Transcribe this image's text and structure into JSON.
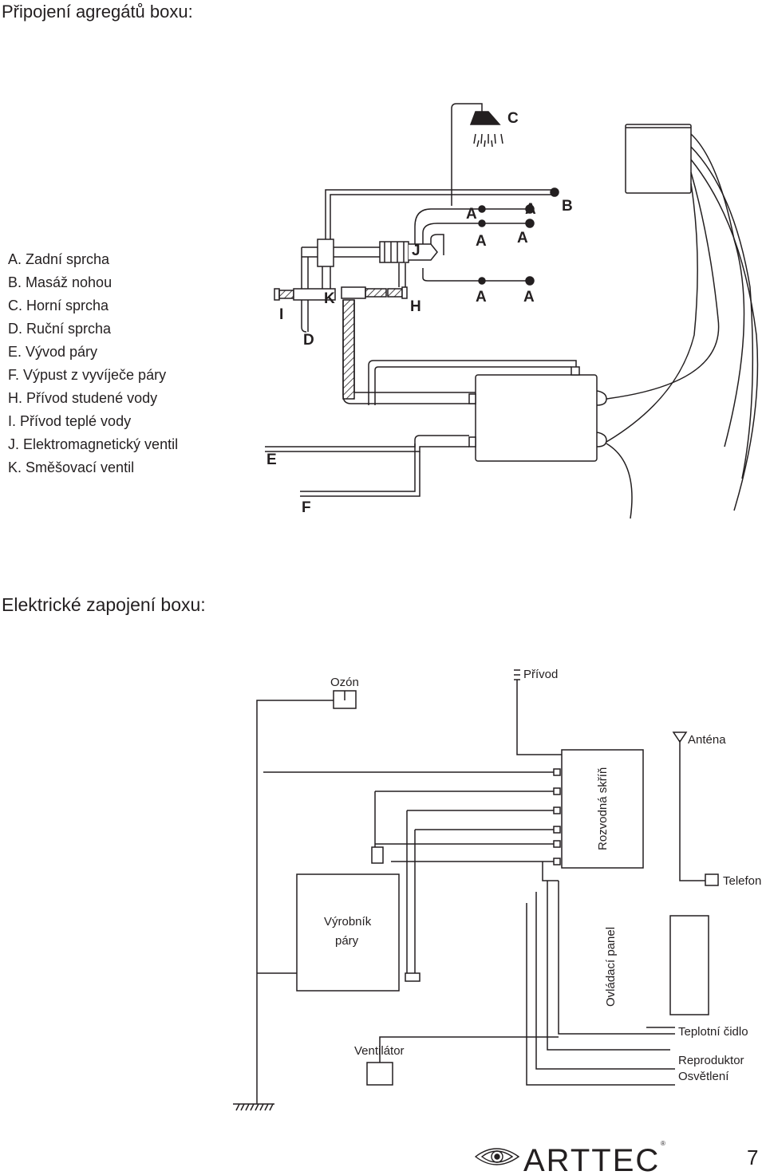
{
  "titles": {
    "plumbing": "Připojení agregátů boxu:",
    "electrical": "Elektrické zapojení boxu:"
  },
  "legend": [
    "A. Zadní sprcha",
    "B. Masáž nohou",
    "C. Horní sprcha",
    "D. Ruční sprcha",
    "E. Vývod páry",
    "F. Výpust z vyvíječe páry",
    "H. Přívod studené vody",
    "I. Přívod teplé vody",
    "J. Elektromagnetický ventil",
    "K. Směšovací ventil"
  ],
  "plumbing_labels": {
    "c": "C",
    "b": "B",
    "a": "A",
    "j": "J",
    "h": "H",
    "k": "K",
    "i": "I",
    "d": "D",
    "e": "E",
    "f": "F"
  },
  "electrical_labels": {
    "ozon": "Ozón",
    "privod": "Přívod",
    "antena": "Anténa",
    "rozvodna": "Rozvodná skříň",
    "telefon": "Telefon",
    "vyrobnik1": "Výrobník",
    "vyrobnik2": "páry",
    "ovladaci": "Ovládací panel",
    "teplotni": "Teplotní čidlo",
    "ventilator": "Ventilátor",
    "reproduktor": "Reproduktor",
    "osvetleni": "Osvětlení"
  },
  "footer": {
    "brand": "ARTTEC",
    "registered": "®",
    "page_number": "7"
  },
  "colors": {
    "ink": "#231f20",
    "background": "#ffffff"
  }
}
